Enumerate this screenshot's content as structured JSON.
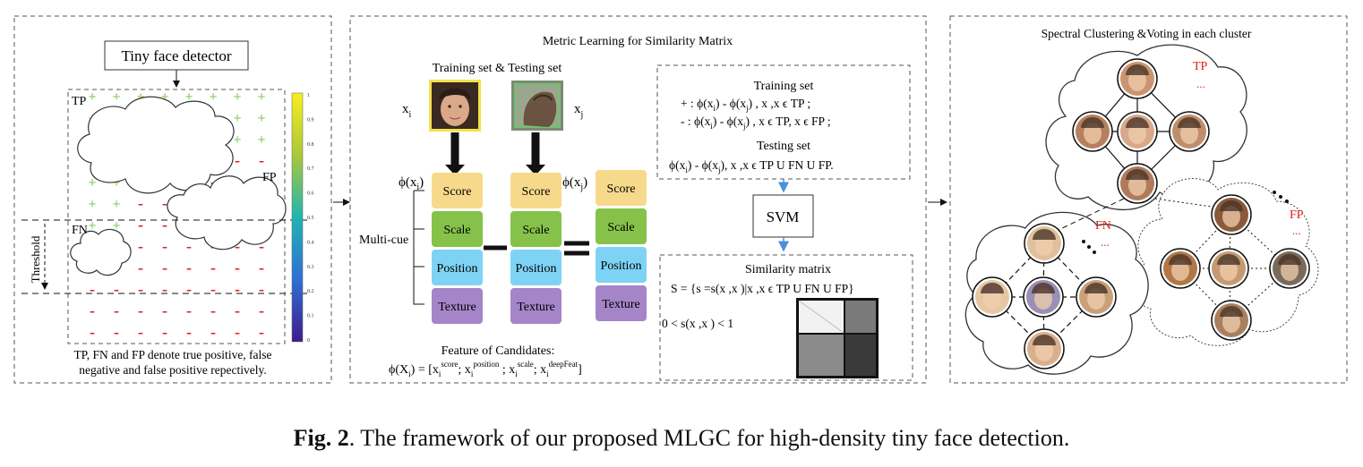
{
  "left_panel": {
    "detector_label": "Tiny face detector",
    "region_tp": "TP",
    "region_fp": "FP",
    "region_fn": "FN",
    "threshold_label": "Threshold",
    "colorbar_ticks": [
      "1",
      "0.9",
      "0.8",
      "0.7",
      "0.6",
      "0.5",
      "0.4",
      "0.3",
      "0.2",
      "0.1",
      "0"
    ],
    "note_lines": [
      "TP, FN and FP denote true positive, false",
      "negative and false positive repectively."
    ],
    "pos_symbol": "+",
    "neg_symbol": "-"
  },
  "middle_panel": {
    "title": "Metric Learning for Similarity Matrix",
    "sets_label": "Training set & Testing set",
    "xi_label": "x",
    "xi_sub": "i",
    "xj_label": "x",
    "xj_sub": "j",
    "phi_xi": "ϕ(x",
    "phi_xi_sub": "i",
    "phi_xj_sub": "j",
    "phi_close": ")",
    "multicue_label": "Multi-cue",
    "cues": [
      "Score",
      "Scale",
      "Position",
      "Texture"
    ],
    "cue_colors": [
      "#f7d98b",
      "#86c24a",
      "#7ed3f5",
      "#a585c8"
    ],
    "feature_title": "Feature of Candidates:",
    "feature_formula": "ϕ(X",
    "feature_rest": ") = [x",
    "sup_score": "score",
    "sup_position": "position",
    "sup_scale": "scale",
    "sup_deep": "deepFeat",
    "training_title": "Training set",
    "train_line1_sign": "+ :",
    "train_line2_sign": "- :",
    "train_line1_tail": "x  ,x  ϵ TP ;",
    "train_line2_tail": "x  ϵ TP, x  ϵ FP ;",
    "testing_title": "Testing set",
    "test_line_tail": "x ,x  ϵ TP U  FN U  FP.",
    "svm_label": "SVM",
    "sim_title": "Similarity matrix",
    "sim_S": "S =",
    "sim_set": "{s   =s(x ,x )|x ,x  ϵ TP U  FN U  FP}",
    "sim_range": "0 < s(x ,x ) < 1"
  },
  "right_panel": {
    "title": "Spectral Clustering &Voting in each cluster",
    "tp_label": "TP",
    "fn_label": "FN",
    "fp_label": "FP",
    "ellipsis": "...",
    "label_color": "#e02020"
  },
  "caption": {
    "bold": "Fig. 2",
    "rest": ". The framework of our proposed MLGC for high-density tiny face detection."
  }
}
